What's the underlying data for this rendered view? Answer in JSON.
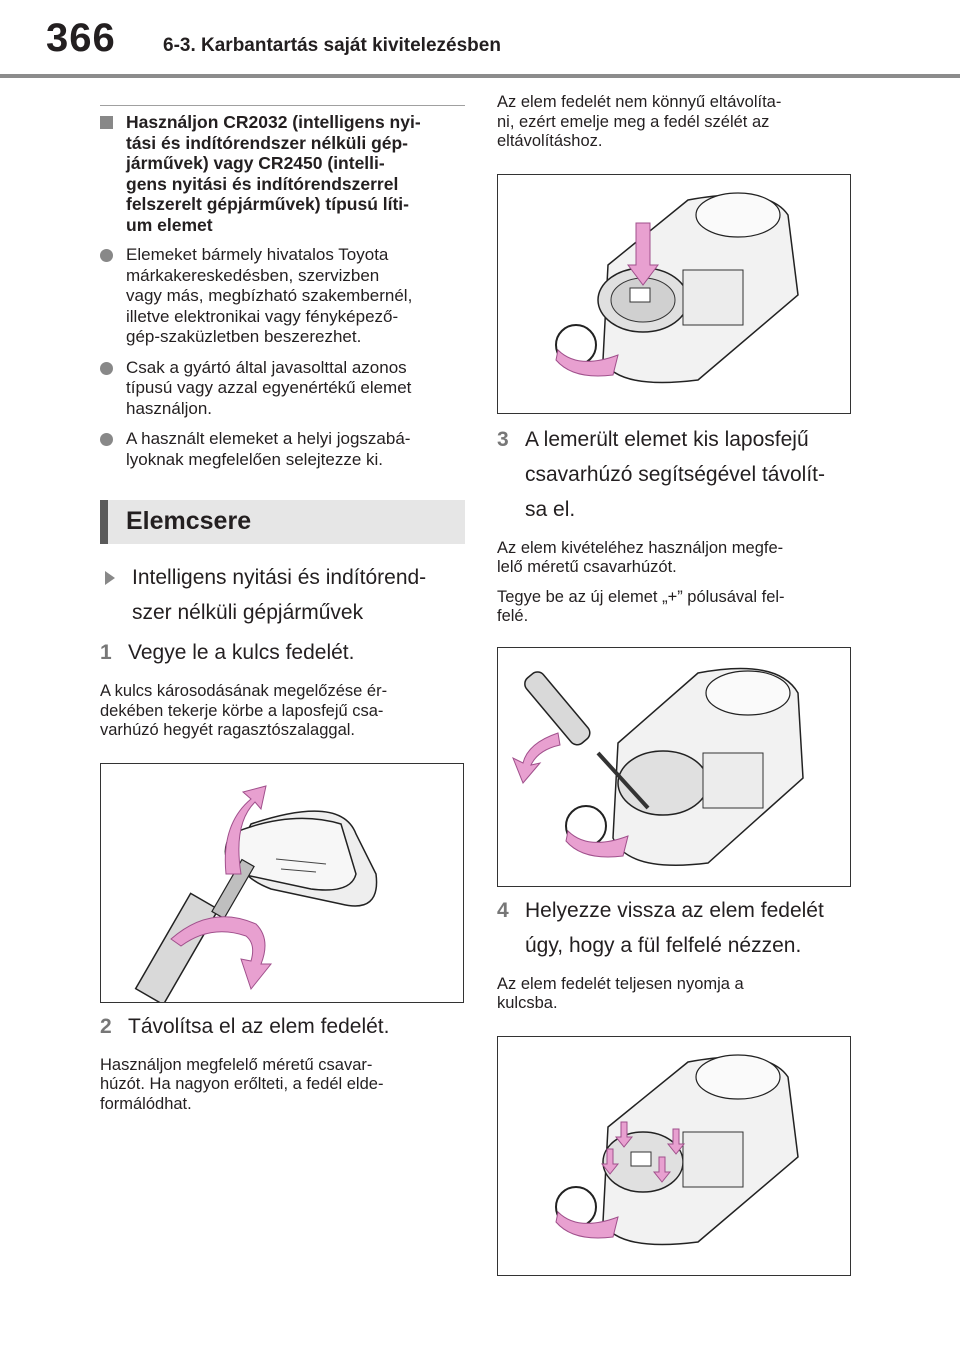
{
  "header": {
    "page_number": "366",
    "section_title": "6-3. Karbantartás saját kivitelezésben"
  },
  "left": {
    "heading_lines": [
      "Használjon CR2032 (intelligens nyi-",
      "tási és indítórendszer nélküli gép-",
      "járművek) vagy CR2450 (intelli-",
      "gens nyitási és indítórendszerrel",
      "felszerelt gépjárművek) típusú líti-",
      "um elemet"
    ],
    "bullets": [
      {
        "lines": [
          "Elemeket bármely hivatalos Toyota",
          "márkakereskedésben, szervizben",
          "vagy más, megbízható szakembernél,",
          "illetve elektronikai vagy fényképező-",
          "gép-szaküzletben beszerezhet."
        ]
      },
      {
        "lines": [
          "Csak a gyártó által javasolttal azonos",
          "típusú vagy azzal egyenértékű elemet",
          "használjon."
        ]
      },
      {
        "lines": [
          "A használt elemeket a helyi jogszabá-",
          "lyoknak megfelelően selejtezze ki."
        ]
      }
    ],
    "banner": "Elemcsere",
    "arrow_item_lines": [
      "Intelligens nyitási és indítórend-",
      "szer nélküli gépjárművek"
    ],
    "step1": {
      "num": "1",
      "text": "Vegye le a kulcs fedelét."
    },
    "step1_note_lines": [
      "A kulcs károsodásának megelőzése ér-",
      "dekében tekerje körbe a laposfejű csa-",
      "varhúzó hegyét ragasztószalaggal."
    ],
    "step2": {
      "num": "2",
      "text": "Távolítsa el az elem fedelét."
    },
    "step2_note_lines": [
      "Használjon megfelelő méretű csavar-",
      "húzót. Ha nagyon erőlteti, a fedél elde-",
      "formálódhat."
    ]
  },
  "right": {
    "intro_lines": [
      "Az elem fedelét nem könnyű eltávolíta-",
      "ni, ezért emelje meg a fedél szélét az",
      "eltávolításhoz."
    ],
    "step3": {
      "num": "3",
      "lines": [
        "A lemerült elemet kis laposfejű",
        "csavarhúzó segítségével távolít-",
        "sa el."
      ]
    },
    "step3_note1_lines": [
      "Az elem kivételéhez használjon megfe-",
      "lelő méretű csavarhúzót."
    ],
    "step3_note2_lines": [
      "Tegye be az új elemet „+” pólusával fel-",
      "felé."
    ],
    "step4": {
      "num": "4",
      "lines": [
        "Helyezze vissza az elem fedelét",
        "úgy, hogy a fül felfelé nézzen."
      ]
    },
    "step4_note_lines": [
      "Az elem fedelét teljesen nyomja a",
      "kulcsba."
    ]
  },
  "colors": {
    "accent_pink": "#e8a0d0",
    "gray_marker": "#888888",
    "banner_bg": "#e6e6e6"
  }
}
